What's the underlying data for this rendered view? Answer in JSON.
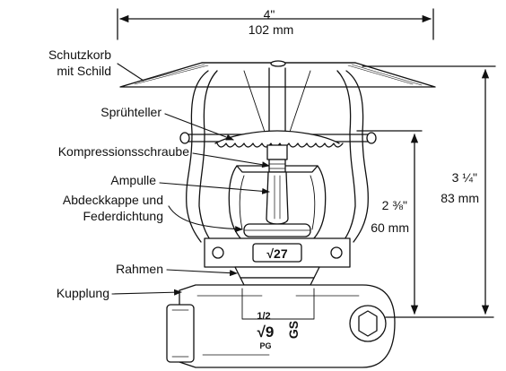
{
  "labels": {
    "schutzkorb_line1": "Schutzkorb",
    "schutzkorb_line2": "mit Schild",
    "spruehteller": "Sprühteller",
    "kompressionsschraube": "Kompressionsschraube",
    "ampulle": "Ampulle",
    "abdeckkappe_line1": "Abdeckkappe und",
    "abdeckkappe_line2": "Federdichtung",
    "rahmen": "Rahmen",
    "kupplung": "Kupplung"
  },
  "dimensions": {
    "width_in": "4\"",
    "width_mm": "102 mm",
    "height_small_in": "2 ⅜\"",
    "height_small_mm": "60 mm",
    "height_large_in": "3 ¼\"",
    "height_large_mm": "83 mm"
  },
  "markings": {
    "bulb_code": "√27",
    "size": "1/2",
    "k_factor": "√9",
    "thread": "PG",
    "brand": "GS"
  },
  "colors": {
    "line": "#111111",
    "fill": "#ffffff"
  }
}
